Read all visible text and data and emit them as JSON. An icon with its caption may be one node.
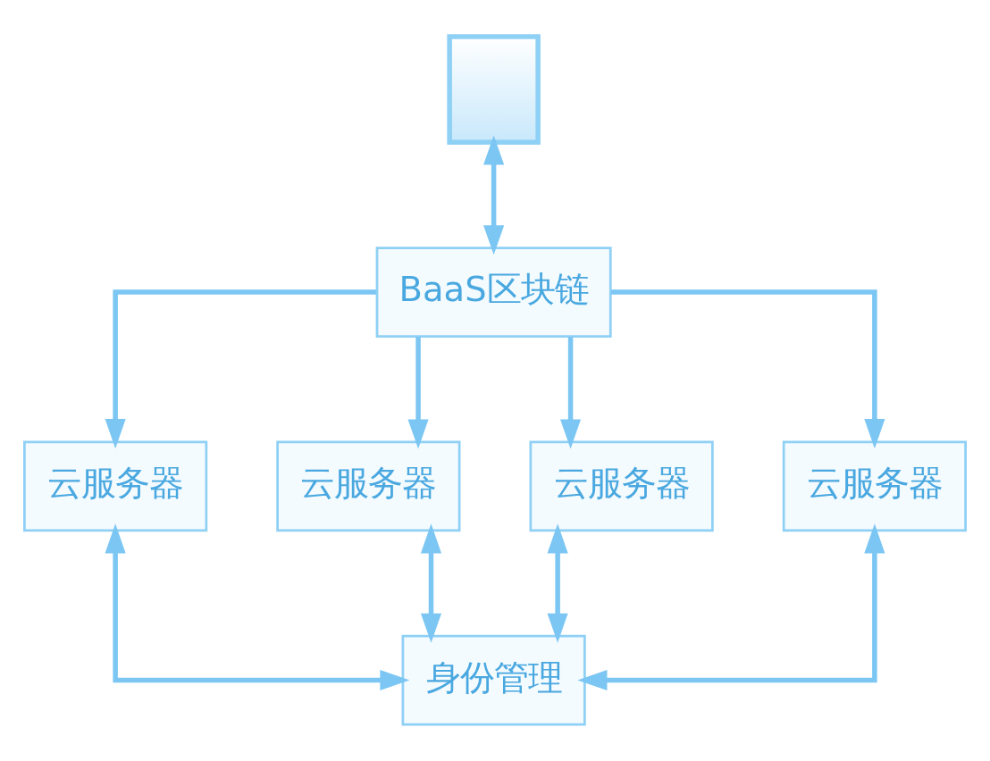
{
  "diagram": {
    "nodes": [
      {
        "text": [],
        "shape": "person"
      },
      {
        "text": [
          "BaaS区块链"
        ]
      },
      {
        "text": [
          "云服务器"
        ]
      },
      {
        "text": [
          "云服务器"
        ]
      },
      {
        "text": [
          "云服务器"
        ]
      },
      {
        "text": [
          "云服务器"
        ]
      },
      {
        "text": [
          "身份管理"
        ]
      }
    ],
    "edges": [
      {
        "from": 0,
        "to": 1,
        "arrow": "both"
      },
      {
        "from": 1,
        "to": 2,
        "arrow": "to"
      },
      {
        "from": 1,
        "to": 3,
        "arrow": "to"
      },
      {
        "from": 1,
        "to": 4,
        "arrow": "to"
      },
      {
        "from": 1,
        "to": 5,
        "arrow": "to"
      },
      {
        "from": 2,
        "to": 6,
        "arrow": "both"
      },
      {
        "from": 3,
        "to": 6,
        "arrow": "both"
      },
      {
        "from": 4,
        "to": 6,
        "arrow": "both"
      },
      {
        "from": 5,
        "to": 6,
        "arrow": "both"
      }
    ]
  }
}
